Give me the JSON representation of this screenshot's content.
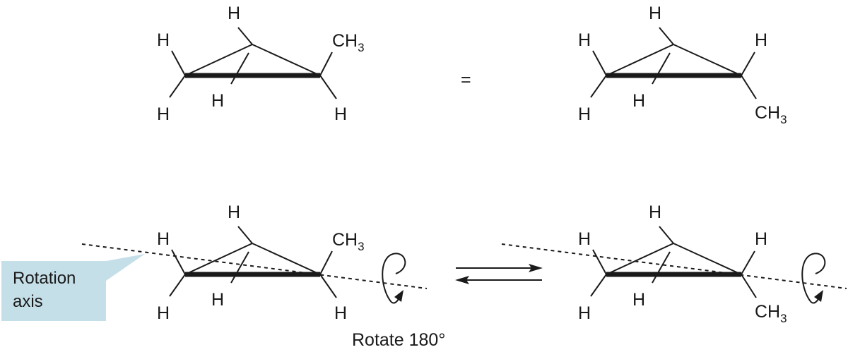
{
  "labels": {
    "h": "H",
    "ch": "CH",
    "sub3": "3",
    "equals": "=",
    "callout_line1": "Rotation",
    "callout_line2": "axis",
    "rotate": "Rotate 180°"
  },
  "colors": {
    "ink": "#1a1a1a",
    "callout_fill": "#c5dfe9"
  }
}
